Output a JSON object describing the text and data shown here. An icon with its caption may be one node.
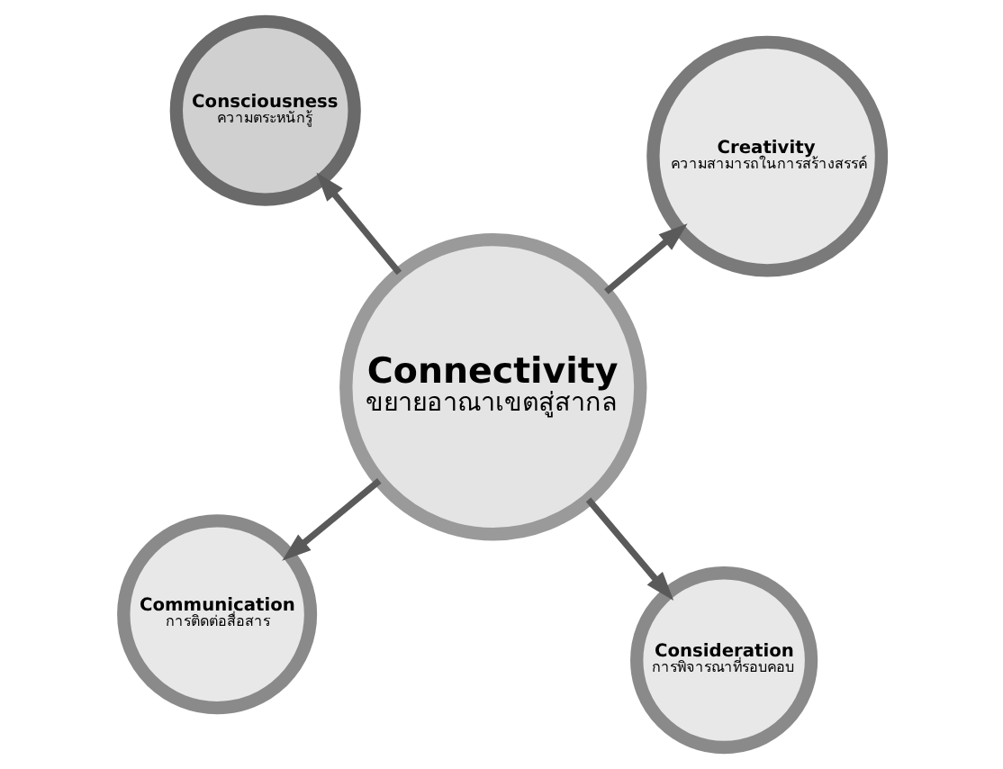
{
  "diagram": {
    "nodes": [
      {
        "text": [
          "Communication",
          "การติดต่อสื่อสาร"
        ]
      },
      {
        "text": [
          "Consideration",
          "การพิจารณาที่รอบคอบ"
        ]
      },
      {
        "text": [
          "Connectivity",
          "ขยายอาณาเขตสู่สากล"
        ]
      },
      {
        "text": [
          "Consciousness",
          "ความตระหนักรู้"
        ]
      },
      {
        "text": [
          "Creativity",
          "ความสามารถในการสร้างสรรค์"
        ]
      }
    ],
    "edges": [
      {
        "from": 2,
        "to": 0,
        "arrow": "to"
      },
      {
        "from": 2,
        "to": 1,
        "arrow": "to"
      },
      {
        "from": 2,
        "to": 3,
        "arrow": "to"
      },
      {
        "from": 2,
        "to": 4,
        "arrow": "to"
      }
    ]
  }
}
